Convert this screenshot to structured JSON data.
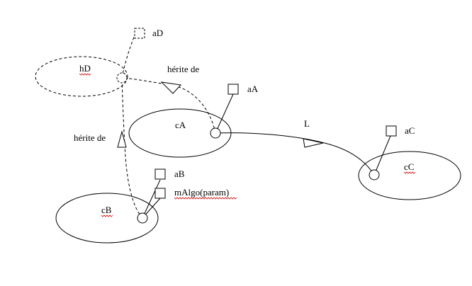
{
  "classes": {
    "hD": "hD",
    "cA": "cA",
    "cB": "cB",
    "cC": "cC"
  },
  "attributes": {
    "aD": "aD",
    "aA": "aA",
    "aB": "aB",
    "aC": "aC",
    "mAlgo": "mAlgo(param)"
  },
  "relations": {
    "inherit_top": "hérite de",
    "inherit_left": "hérite de",
    "link": "L"
  }
}
